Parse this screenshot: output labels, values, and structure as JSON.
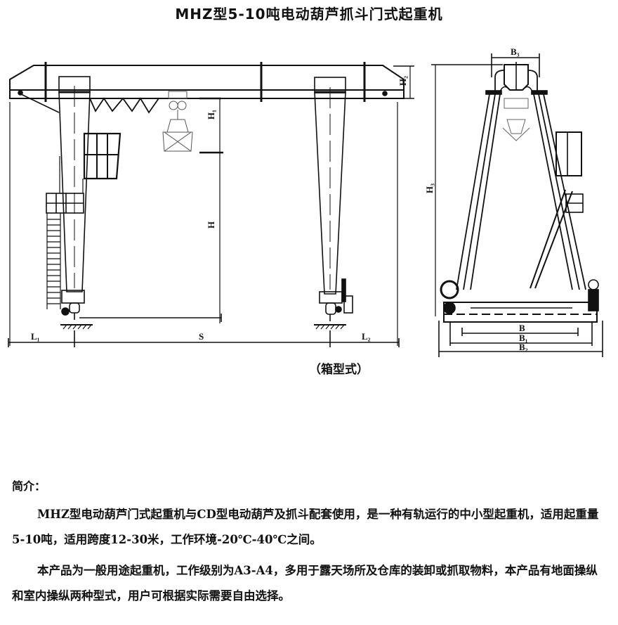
{
  "document": {
    "title": "MHZ型5-10吨电动葫芦抓斗门式起重机",
    "drawing_caption": "（箱型式）",
    "intro_heading": "简介：",
    "paragraphs": [
      "MHZ型电动葫芦门式起重机与CD型电动葫芦及抓斗配套使用，是一种有轨运行的中小型起重机，适用起重量5-10吨，适用跨度12-30米，工作环境-20℃-40℃之间。",
      "本产品为一般用途起重机，工作级别为A3-A4，多用于露天场所及仓库的装卸或抓取物料，本产品有地面操纵和室内操纵两种型式，用户可根据实际需要自由选择。"
    ]
  },
  "drawing": {
    "front_view": {
      "dimension_labels": {
        "L1": "L₁",
        "S": "S",
        "L2": "L₂",
        "H": "H",
        "H1": "H₁",
        "H2": "H₂"
      }
    },
    "side_view": {
      "dimension_labels": {
        "B3": "B₃",
        "H3": "H₃",
        "B": "B",
        "B1": "B₁",
        "B2": "B₂"
      }
    }
  }
}
